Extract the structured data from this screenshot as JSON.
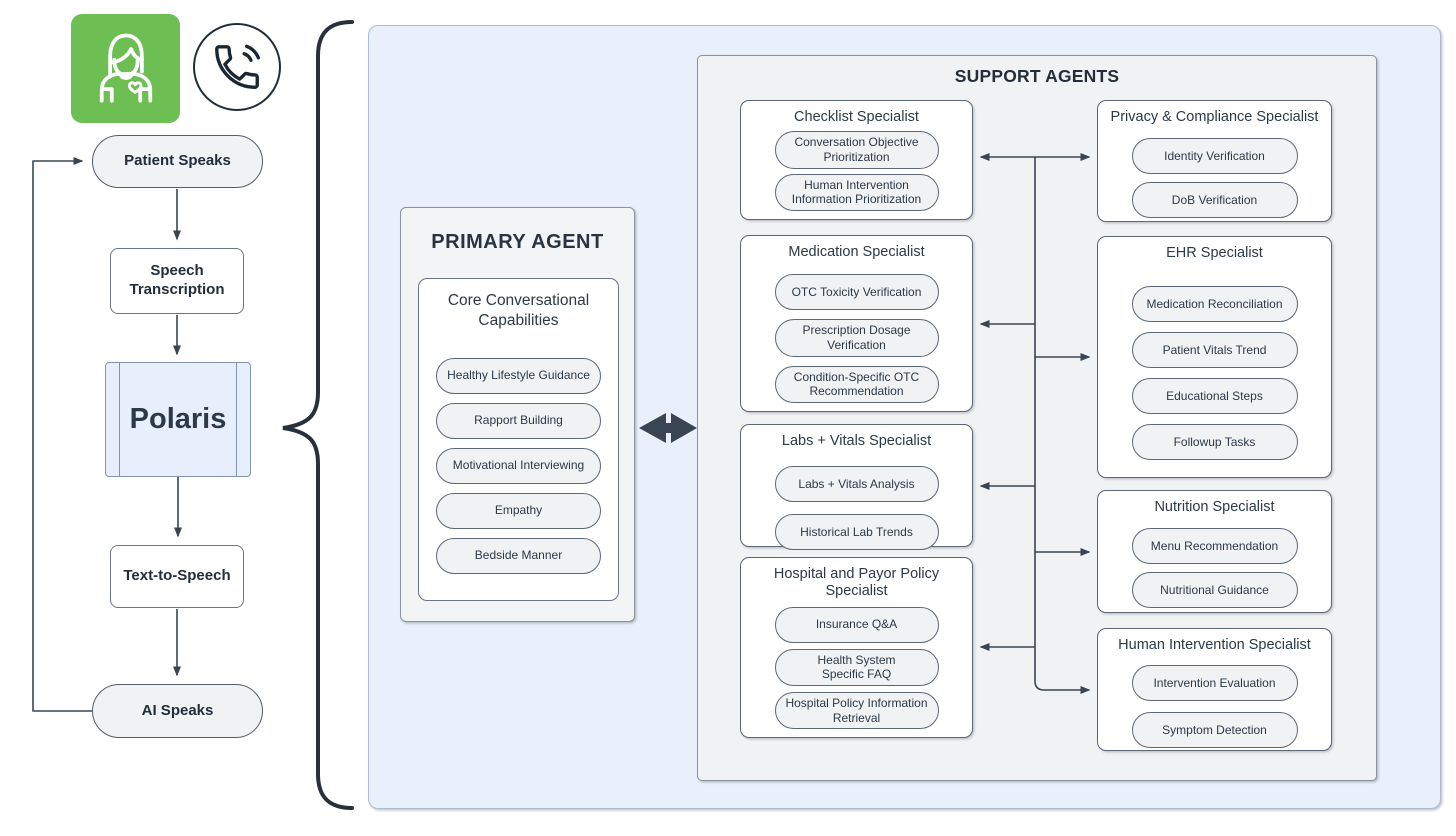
{
  "colors": {
    "accent_green": "#6dbf53",
    "panel_blue": "#e9f0fc",
    "panel_gray": "#f1f2f4",
    "ink": "#2c3947",
    "line": "#3a4553"
  },
  "icons": {
    "avatar": "caregiver-icon",
    "phone": "phone-icon"
  },
  "flow": {
    "patient_speaks": "Patient Speaks",
    "speech_transcription": "Speech Transcription",
    "core_system": "Polaris",
    "text_to_speech": "Text-to-Speech",
    "ai_speaks": "AI Speaks"
  },
  "primary_agent": {
    "title": "PRIMARY AGENT",
    "group": "Core Conversational Capabilities",
    "capabilities": [
      "Healthy Lifestyle Guidance",
      "Rapport Building",
      "Motivational Interviewing",
      "Empathy",
      "Bedside Manner"
    ]
  },
  "support_agents": {
    "title": "SUPPORT AGENTS",
    "left": [
      {
        "title": "Checklist Specialist",
        "items": [
          "Conversation Objective Prioritization",
          "Human Intervention Information Prioritization"
        ]
      },
      {
        "title": "Medication Specialist",
        "items": [
          "OTC Toxicity Verification",
          "Prescription Dosage Verification",
          "Condition-Specific OTC Recommendation"
        ]
      },
      {
        "title": "Labs + Vitals Specialist",
        "items": [
          "Labs + Vitals Analysis",
          "Historical Lab Trends"
        ]
      },
      {
        "title": "Hospital and Payor Policy Specialist",
        "items": [
          "Insurance Q&A",
          "Health System Specific FAQ",
          "Hospital Policy Information Retrieval"
        ]
      }
    ],
    "right": [
      {
        "title": "Privacy & Compliance Specialist",
        "items": [
          "Identity Verification",
          "DoB Verification"
        ]
      },
      {
        "title": "EHR Specialist",
        "items": [
          "Medication Reconciliation",
          "Patient Vitals Trend",
          "Educational Steps",
          "Followup Tasks"
        ]
      },
      {
        "title": "Nutrition Specialist",
        "items": [
          "Menu Recommendation",
          "Nutritional Guidance"
        ]
      },
      {
        "title": "Human Intervention Specialist",
        "items": [
          "Intervention Evaluation",
          "Symptom Detection"
        ]
      }
    ]
  }
}
